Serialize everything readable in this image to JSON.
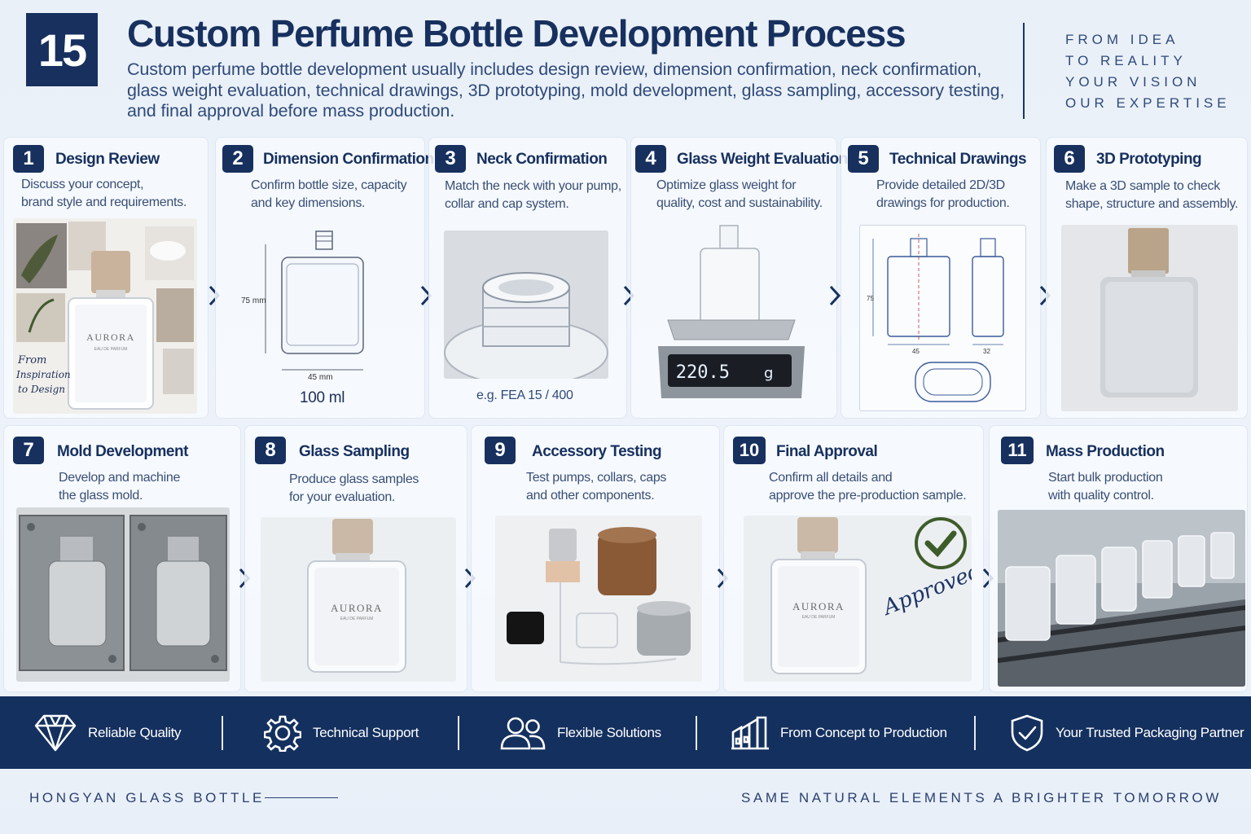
{
  "header": {
    "badge": "15",
    "title": "Custom Perfume Bottle Development Process",
    "subtitle_lines": [
      "Custom perfume bottle development usually includes design review, dimension confirmation, neck confirmation,",
      "glass weight evaluation, technical drawings, 3D prototyping, mold development, glass sampling, accessory testing,",
      "and final approval before mass production."
    ],
    "tagline": [
      "FROM IDEA",
      "TO REALITY",
      "YOUR VISION",
      "OUR EXPERTISE"
    ]
  },
  "steps": [
    {
      "num": "1",
      "title": "Design Review",
      "desc": [
        "Discuss your concept,",
        "brand style and requirements."
      ],
      "brand": "AURORA",
      "sub": "EAU DE PARFUM",
      "script": [
        "From",
        "Inspiration",
        "to Design"
      ]
    },
    {
      "num": "2",
      "title": "Dimension Confirmation",
      "desc": [
        "Confirm bottle size, capacity",
        "and key dimensions."
      ],
      "height_label": "75 mm",
      "width_label": "45 mm",
      "caption": "100 ml"
    },
    {
      "num": "3",
      "title": "Neck Confirmation",
      "desc": [
        "Match the neck with your pump,",
        "collar and cap system."
      ],
      "caption": "e.g. FEA 15 / 400"
    },
    {
      "num": "4",
      "title": "Glass Weight Evaluation",
      "desc": [
        "Optimize glass weight for",
        "quality, cost and sustainability."
      ],
      "scale_reading": "220.5",
      "scale_unit": "g"
    },
    {
      "num": "5",
      "title": "Technical Drawings",
      "desc": [
        "Provide detailed 2D/3D",
        "drawings for production."
      ],
      "dims": [
        "75",
        "45",
        "32"
      ]
    },
    {
      "num": "6",
      "title": "3D Prototyping",
      "desc": [
        "Make a 3D sample to check",
        "shape, structure and assembly."
      ]
    },
    {
      "num": "7",
      "title": "Mold Development",
      "desc": [
        "Develop and machine",
        "the glass mold."
      ]
    },
    {
      "num": "8",
      "title": "Glass Sampling",
      "desc": [
        "Produce glass samples",
        "for your evaluation."
      ],
      "brand": "AURORA",
      "sub": "EAU DE PARFUM"
    },
    {
      "num": "9",
      "title": "Accessory Testing",
      "desc": [
        "Test pumps, collars, caps",
        "and other components."
      ]
    },
    {
      "num": "10",
      "title": "Final Approval",
      "desc": [
        "Confirm all details and",
        "approve the pre-production sample."
      ],
      "brand": "AURORA",
      "sub": "EAU DE PARFUM",
      "stamp": "Approved!"
    },
    {
      "num": "11",
      "title": "Mass Production",
      "desc": [
        "Start bulk production",
        "with quality control."
      ]
    }
  ],
  "features": [
    {
      "label": "Reliable Quality",
      "icon": "diamond-icon"
    },
    {
      "label": "Technical Support",
      "icon": "gear-icon"
    },
    {
      "label": "Flexible Solutions",
      "icon": "users-icon"
    },
    {
      "label": "From Concept to Production",
      "icon": "factory-icon"
    },
    {
      "label": "Your Trusted Packaging Partner",
      "icon": "shield-check-icon"
    }
  ],
  "footer": {
    "left": "HONGYAN GLASS BOTTLE",
    "right": "SAME NATURAL ELEMENTS A BRIGHTER TOMORROW"
  },
  "colors": {
    "navy": "#17305e",
    "bar": "#14305f",
    "accent_green": "#3d5c2a"
  }
}
